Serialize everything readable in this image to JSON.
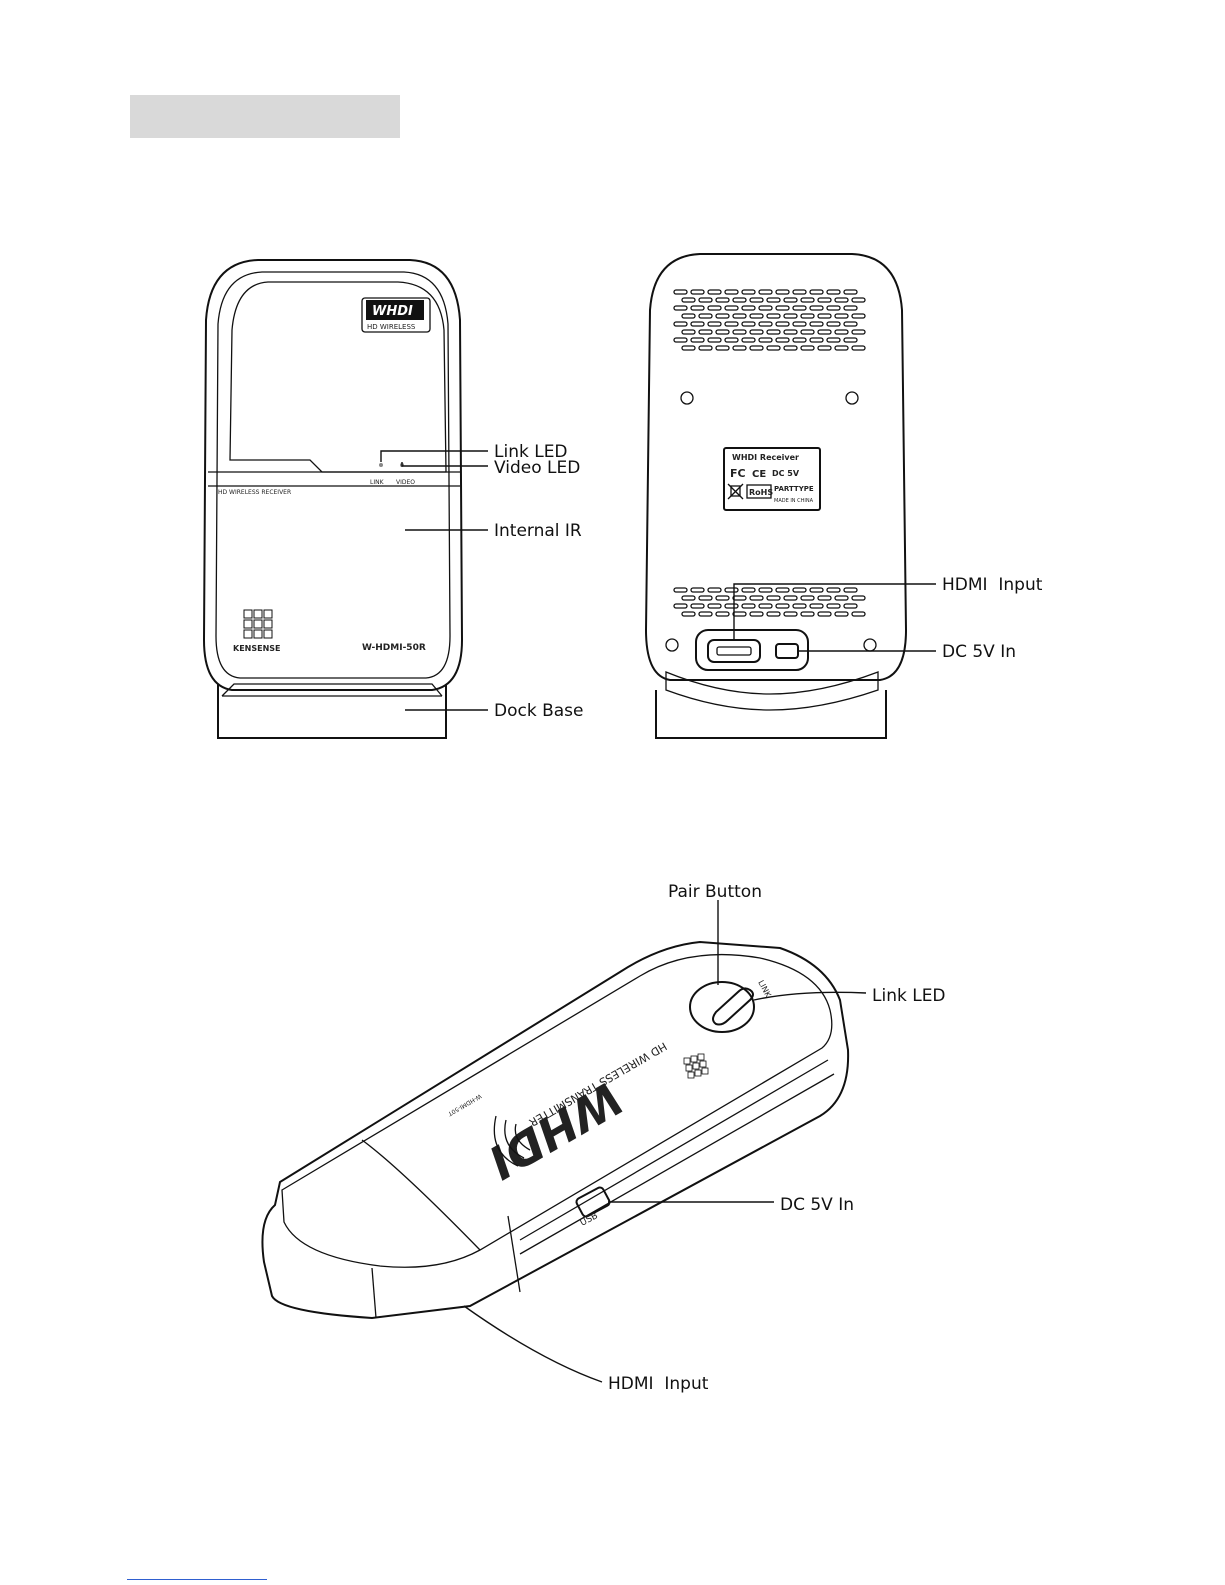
{
  "header": {
    "bar_color": "#d9d9d9"
  },
  "receiver_front": {
    "logo": "WHDI",
    "logo_sub": "HD WIRELESS",
    "led_labels": {
      "link": "LINK",
      "video": "VIDEO"
    },
    "side_text": "HD WIRELESS RECEIVER",
    "brand": "KENSENSE",
    "model": "W-HDMI-50R"
  },
  "receiver_back": {
    "label_title": "WHDI Receiver",
    "label_dc": "DC 5V",
    "label_fc": "FC",
    "label_ce": "CE",
    "label_rohs": "RoHS",
    "label_part": "PARTTYPE",
    "label_made": "MADE IN CHINA"
  },
  "transmitter": {
    "logo": "WHDI",
    "subtitle": "HD WIRELESS TRANSMITTER",
    "model": "W-HDMI-50T",
    "usb_label": "USB",
    "link_label": "LINK"
  },
  "callouts": {
    "link_led": "Link LED",
    "video_led": "Video LED",
    "internal_ir": "Internal IR",
    "dock_base": "Dock Base",
    "hdmi_input": "HDMI  Input",
    "dc_in": "DC 5V In",
    "pair_button": "Pair Button",
    "tx_link_led": "Link LED",
    "tx_dc_in": "DC 5V In",
    "tx_hdmi_input": "HDMI  Input"
  },
  "footer": {
    "line_color": "#2f5fd0"
  }
}
